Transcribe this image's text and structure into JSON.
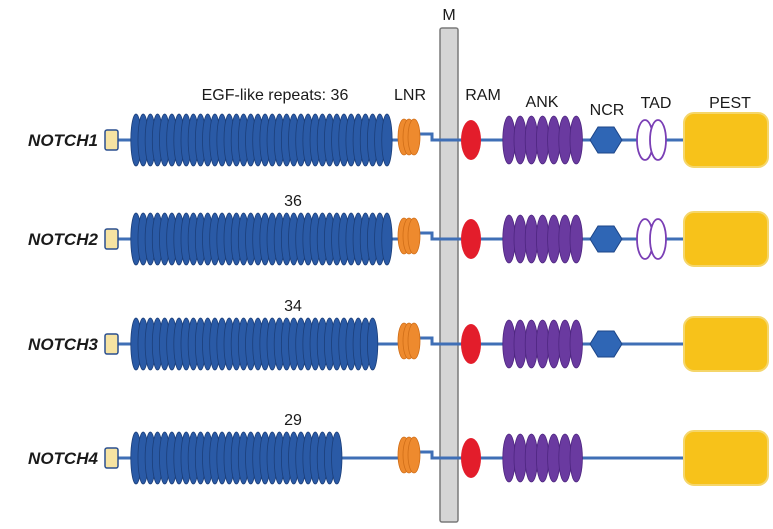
{
  "membrane_label": "M",
  "egf_header": "EGF-like repeats: 36",
  "domain_labels": {
    "lnr": "LNR",
    "ram": "RAM",
    "ank": "ANK",
    "ncr": "NCR",
    "tad": "TAD",
    "pest": "PEST"
  },
  "rows": [
    {
      "gene": "NOTCH1",
      "egf_count_label": "",
      "egf_repeats": 36,
      "has_ncr": true,
      "has_tad": true
    },
    {
      "gene": "NOTCH2",
      "egf_count_label": "36",
      "egf_repeats": 36,
      "has_ncr": true,
      "has_tad": true
    },
    {
      "gene": "NOTCH3",
      "egf_count_label": "34",
      "egf_repeats": 34,
      "has_ncr": true,
      "has_tad": false
    },
    {
      "gene": "NOTCH4",
      "egf_count_label": "29",
      "egf_repeats": 29,
      "has_ncr": false,
      "has_tad": false
    }
  ],
  "colors": {
    "egf": "#2a5aa6",
    "egf_stroke": "#1c3f7a",
    "backbone": "#3f6fb6",
    "signal": "#f6e3a2",
    "signal_stroke": "#2a4f8f",
    "lnr": "#ee8a2e",
    "lnr_stroke": "#d06e18",
    "membrane": "#d5d5d5",
    "membrane_stroke": "#7a7a7a",
    "ram": "#e31d2b",
    "ank": "#6a3aa0",
    "ank_stroke": "#4e2680",
    "ncr": "#2f66b5",
    "ncr_stroke": "#1c4588",
    "tad_stroke": "#7a3fb5",
    "pest": "#f7c21a",
    "pest_stroke": "#f5d66a"
  }
}
